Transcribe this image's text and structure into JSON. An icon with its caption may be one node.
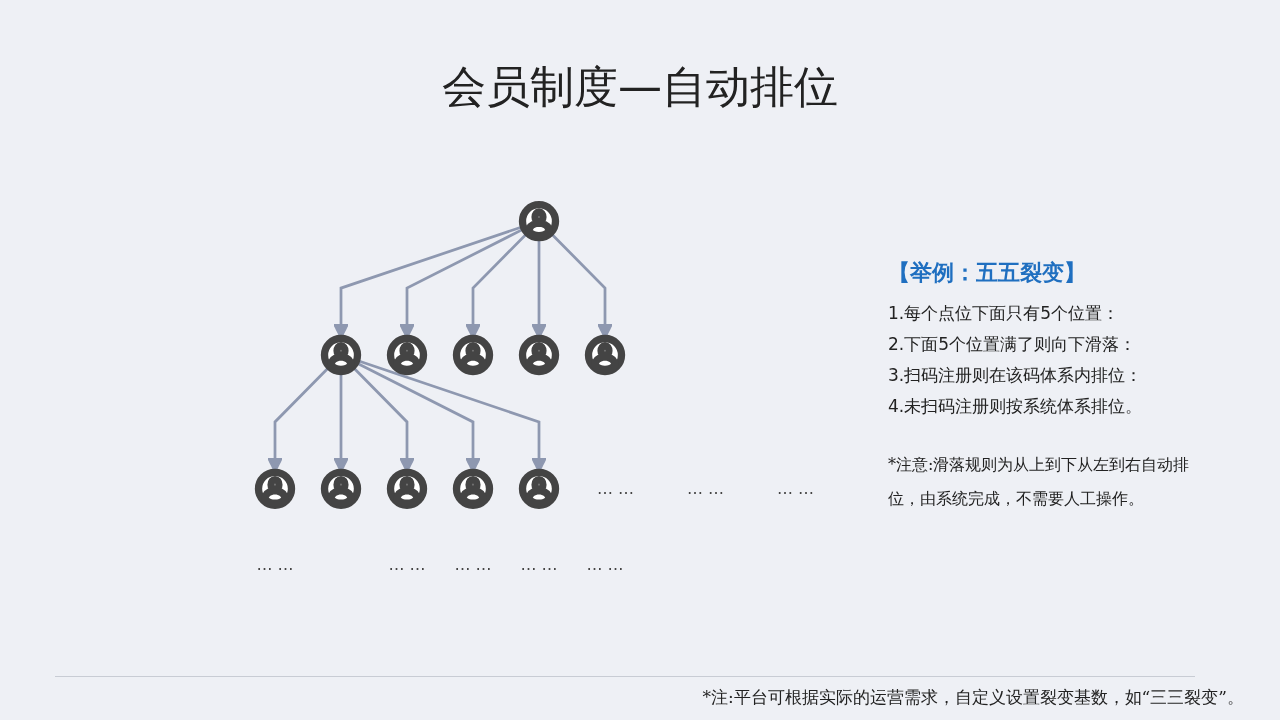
{
  "diagram": {
    "title": "会员制度—自动排位",
    "nodes": [
      {
        "text": [],
        "shape": "person"
      },
      {
        "text": [],
        "shape": "person"
      },
      {
        "text": [],
        "shape": "person"
      },
      {
        "text": [],
        "shape": "person"
      },
      {
        "text": [],
        "shape": "person"
      },
      {
        "text": [],
        "shape": "person"
      },
      {
        "text": [],
        "shape": "person"
      },
      {
        "text": [],
        "shape": "person"
      },
      {
        "text": [],
        "shape": "person"
      },
      {
        "text": [],
        "shape": "person"
      },
      {
        "text": [],
        "shape": "person"
      }
    ],
    "edges": [
      {
        "from": 0,
        "to": 1,
        "arrow": "to"
      },
      {
        "from": 0,
        "to": 2,
        "arrow": "to"
      },
      {
        "from": 0,
        "to": 3,
        "arrow": "to"
      },
      {
        "from": 0,
        "to": 4,
        "arrow": "to"
      },
      {
        "from": 0,
        "to": 5,
        "arrow": "to"
      },
      {
        "from": 1,
        "to": 6,
        "arrow": "to"
      },
      {
        "from": 1,
        "to": 7,
        "arrow": "to"
      },
      {
        "from": 1,
        "to": 8,
        "arrow": "to"
      },
      {
        "from": 1,
        "to": 9,
        "arrow": "to"
      },
      {
        "from": 1,
        "to": 10,
        "arrow": "to"
      }
    ],
    "labels": [
      "… …",
      "… …",
      "… …",
      "… …",
      "… …",
      "… …",
      "… …",
      "… …",
      "【举例：五五裂变】",
      "1.每个点位下面只有5个位置：",
      "2.下面5个位置满了则向下滑落：",
      "3.扫码注册则在该码体系内排位：",
      "4.未扫码注册则按系统体系排位。",
      "*注意:滑落规则为从上到下从左到右自动排位，由系统完成，不需要人工操作。",
      "*注:平台可根据实际的运营需求，自定义设置裂变基数，如“三三裂变”。"
    ]
  }
}
